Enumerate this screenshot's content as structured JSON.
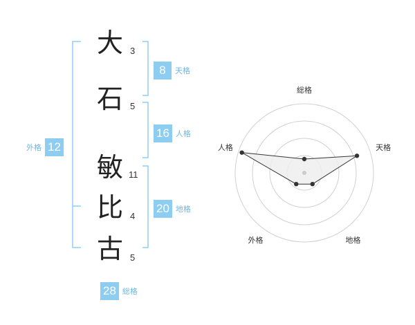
{
  "name_chars": [
    {
      "char": "大",
      "strokes": "3"
    },
    {
      "char": "石",
      "strokes": "5"
    },
    {
      "char": "敏",
      "strokes": "11"
    },
    {
      "char": "比",
      "strokes": "4"
    },
    {
      "char": "古",
      "strokes": "5"
    }
  ],
  "kaku": {
    "tenkaku": {
      "label": "天格",
      "value": "8"
    },
    "jinkaku": {
      "label": "人格",
      "value": "16"
    },
    "chikaku": {
      "label": "地格",
      "value": "20"
    },
    "gaikaku": {
      "label": "外格",
      "value": "12"
    },
    "soukaku": {
      "label": "総格",
      "value": "28"
    }
  },
  "colors": {
    "accent": "#8ecdf2",
    "accent_text": "#6fb6e6"
  },
  "chart_data": {
    "type": "radar",
    "axes": [
      "総格",
      "天格",
      "地格",
      "外格",
      "人格"
    ],
    "values": [
      0.2,
      0.8,
      0.2,
      0.2,
      0.95
    ],
    "rings": 4,
    "grid": true
  }
}
